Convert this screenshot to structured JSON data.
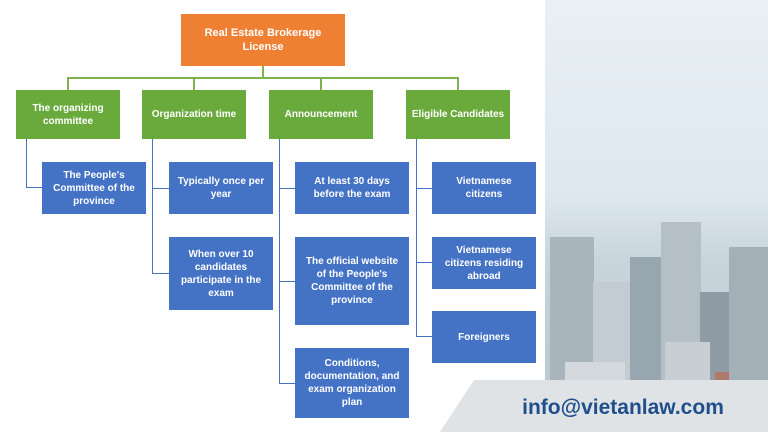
{
  "diagram": {
    "root": "Real Estate Brokerage License",
    "categories": [
      {
        "label": "The organizing committee",
        "items": [
          "The People's Committee of the province"
        ]
      },
      {
        "label": "Organization time",
        "items": [
          "Typically once per year",
          "When over 10 candidates participate in the exam"
        ]
      },
      {
        "label": "Announcement",
        "items": [
          "At least 30 days before the exam",
          "The official website of the People's Committee of the province",
          "Conditions, documentation, and exam organization plan"
        ]
      },
      {
        "label": "Eligible Candidates",
        "items": [
          "Vietnamese citizens",
          "Vietnamese citizens residing abroad",
          "Foreigners"
        ]
      }
    ]
  },
  "footer": {
    "email": "info@vietanlaw.com"
  },
  "colors": {
    "root": "#ef7f33",
    "category": "#6aaa3d",
    "item": "#4472c4",
    "email": "#1f4e8c"
  }
}
